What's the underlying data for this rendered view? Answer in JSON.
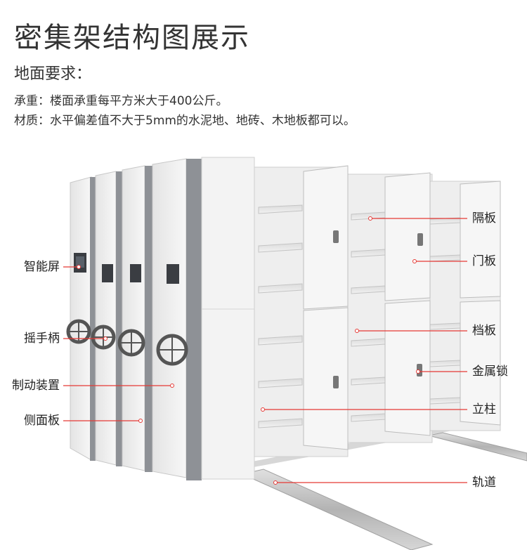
{
  "header": {
    "title": "密集架结构图展示",
    "subtitle": "地面要求：",
    "requirements": [
      "承重：楼面承重每平方米大于400公斤。",
      "材质：水平偏差值不大于5mm的水泥地、地砖、木地板都可以。"
    ]
  },
  "callouts": {
    "left": [
      "智能屏",
      "摇手柄",
      "制动装置",
      "侧面板"
    ],
    "right": [
      "隔板",
      "门板",
      "档板",
      "金属锁",
      "立柱",
      "轨道"
    ]
  },
  "colors": {
    "callout_line": "#e53935",
    "cabinet_white": "#f2f2f2",
    "cabinet_grey": "#8e9196"
  }
}
